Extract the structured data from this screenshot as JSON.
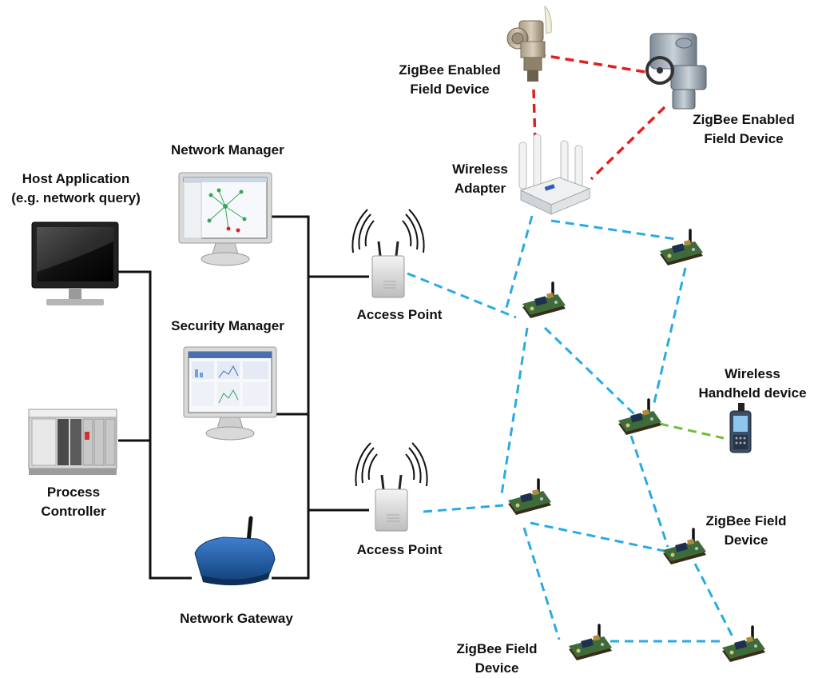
{
  "labels": {
    "host_application": [
      "Host Application",
      "(e.g. network query)"
    ],
    "network_manager": [
      "Network Manager"
    ],
    "security_manager": [
      "Security Manager"
    ],
    "process_controller": [
      "Process",
      "Controller"
    ],
    "network_gateway": [
      "Network Gateway"
    ],
    "access_point_top": [
      "Access Point"
    ],
    "access_point_bottom": [
      "Access Point"
    ],
    "wireless_adapter": [
      "Wireless",
      "Adapter"
    ],
    "zigbee_enabled_left": [
      "ZigBee Enabled",
      "Field Device"
    ],
    "zigbee_enabled_right": [
      "ZigBee Enabled",
      "Field Device"
    ],
    "wireless_handheld": [
      "Wireless",
      "Handheld device"
    ],
    "zigbee_field_right": [
      "ZigBee Field",
      "Device"
    ],
    "zigbee_field_bottom": [
      "ZigBee Field",
      "Device"
    ]
  },
  "colors": {
    "wired": "#111111",
    "mesh_link": "#29abe2",
    "zigbee_enabled_link": "#e02020",
    "handheld_link": "#6cbf3c"
  },
  "icons": {
    "host_application": "monitor-icon",
    "network_manager": "monitor-icon",
    "security_manager": "monitor-icon",
    "process_controller": "plc-icon",
    "network_gateway": "router-icon",
    "access_point": "access-point-icon",
    "wireless_adapter": "wireless-adapter-icon",
    "field_node": "zigbee-board-icon",
    "handheld": "handheld-icon",
    "transmitter": "transmitter-icon",
    "actuator": "actuator-icon"
  }
}
